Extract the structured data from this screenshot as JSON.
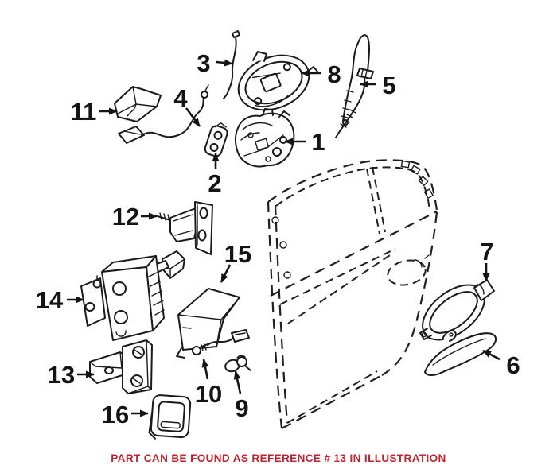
{
  "illustration": {
    "parts": [
      {
        "ref": "1"
      },
      {
        "ref": "2"
      },
      {
        "ref": "3"
      },
      {
        "ref": "4"
      },
      {
        "ref": "5"
      },
      {
        "ref": "6"
      },
      {
        "ref": "7"
      },
      {
        "ref": "8"
      },
      {
        "ref": "9"
      },
      {
        "ref": "10"
      },
      {
        "ref": "11"
      },
      {
        "ref": "12"
      },
      {
        "ref": "13"
      },
      {
        "ref": "14"
      },
      {
        "ref": "15"
      },
      {
        "ref": "16"
      }
    ],
    "caption": {
      "text": "PART CAN BE FOUND AS REFERENCE # 13 IN ILLUSTRATION",
      "color": "#c2242e"
    }
  }
}
